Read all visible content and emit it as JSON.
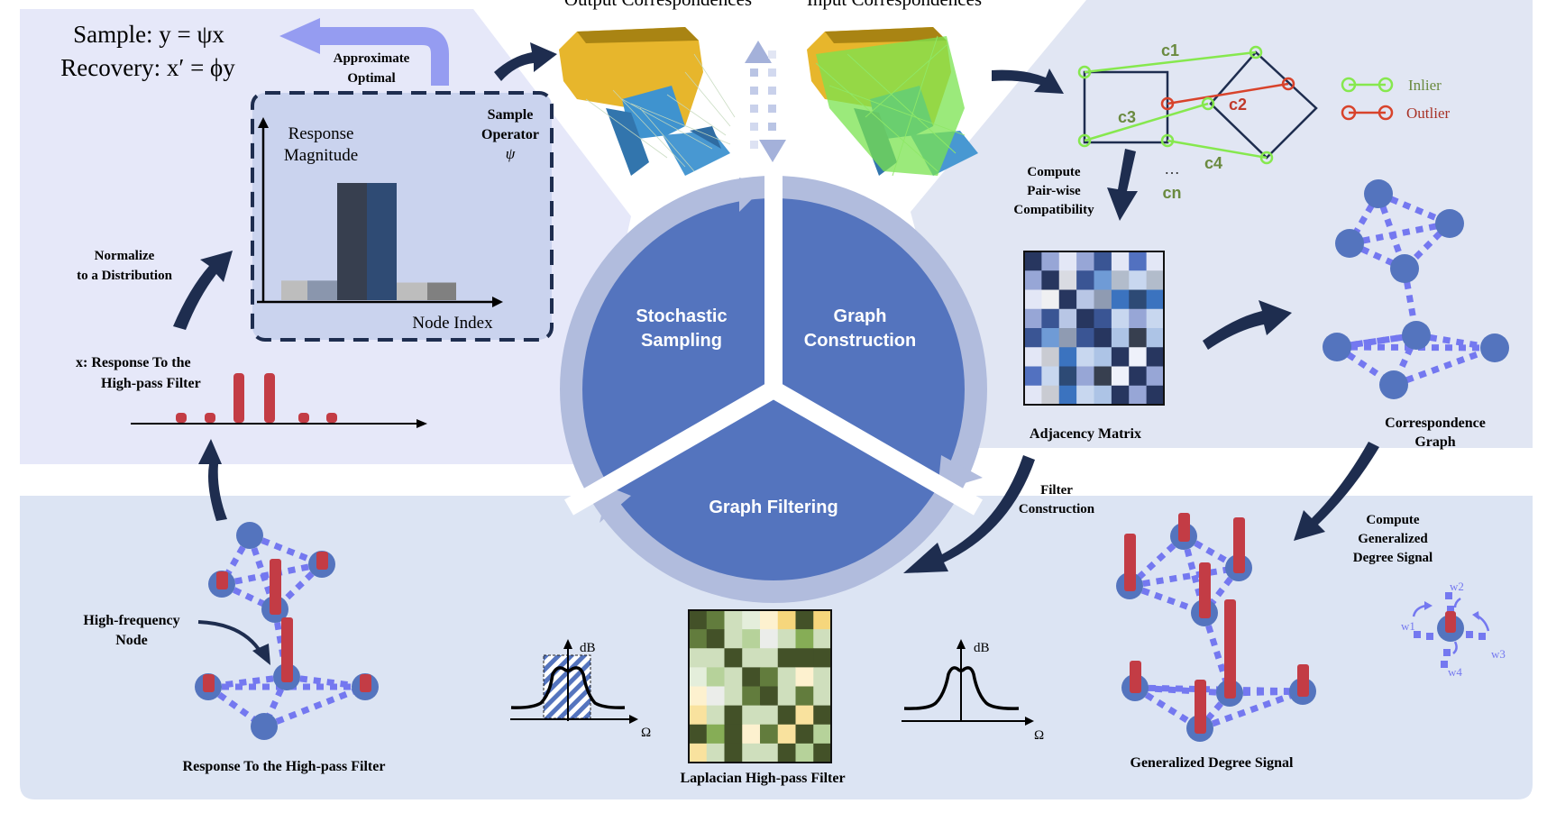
{
  "header": {
    "output_title": "Output Correspondences",
    "input_title": "Input Correspondences"
  },
  "sampling": {
    "sample_eq": "Sample: y = ψx",
    "recovery_eq": "Recovery: x′ = ϕy",
    "approx_label_1": "Approximate",
    "approx_label_2": "Optimal",
    "normalize_1": "Normalize",
    "normalize_2": "to a Distribution",
    "operator_1": "Sample",
    "operator_2": "Operator",
    "operator_3": "ψ",
    "hist_ylabel_1": "Response",
    "hist_ylabel_2": "Magnitude",
    "hist_xlabel": "Node Index",
    "hist_values": [
      1,
      1,
      6,
      6,
      0.9,
      0.9
    ],
    "hist_colors": [
      "#bdbdbd",
      "#8a96ad",
      "#373f4f",
      "#2f4b74",
      "#bdbdbd",
      "#808080"
    ],
    "x_label_1": "x: Response To the",
    "x_label_2": "High-pass Filter",
    "x_signal": [
      1,
      1,
      5,
      5,
      1,
      1
    ]
  },
  "cycle": {
    "stochastic_1": "Stochastic",
    "stochastic_2": "Sampling",
    "construction_1": "Graph",
    "construction_2": "Construction",
    "filtering": "Graph Filtering"
  },
  "correspondence": {
    "labels": [
      "c1",
      "c2",
      "c3",
      "c4",
      "…",
      "cn"
    ],
    "legend_inlier": "Inlier",
    "legend_outlier": "Outlier",
    "inlier_color": "#86e84e",
    "outlier_color": "#d8432b",
    "pairwise_1": "Compute",
    "pairwise_2": "Pair-wise",
    "pairwise_3": "Compatibility"
  },
  "adjacency": {
    "title": "Adjacency Matrix",
    "cells": [
      [
        "#27365f",
        "#97a6d6",
        "#e3e7f6",
        "#97a6d6",
        "#3a5594",
        "#e3e7f6",
        "#5271c0",
        "#e3e7f6"
      ],
      [
        "#97a6d6",
        "#27365f",
        "#d9dbe2",
        "#3a5594",
        "#6f9bd6",
        "#b2bccb",
        "#c8d7ef",
        "#b2bccb"
      ],
      [
        "#e3e7f6",
        "#eff0f2",
        "#27365f",
        "#b8c6e5",
        "#8f9bb2",
        "#3b73bf",
        "#2d4a75",
        "#3b73bf"
      ],
      [
        "#97a6d6",
        "#3a5594",
        "#b8c6e5",
        "#27365f",
        "#3a5594",
        "#c8d7ef",
        "#97a6d6",
        "#c8d7ef"
      ],
      [
        "#3a5594",
        "#6f9bd6",
        "#8f9bb2",
        "#3a5594",
        "#27365f",
        "#adc4e6",
        "#373f4f",
        "#adc4e6"
      ],
      [
        "#e3e7f6",
        "#c9cbd2",
        "#3b73bf",
        "#c8d7ef",
        "#adc4e6",
        "#27365f",
        "#eef1fa",
        "#27365f"
      ],
      [
        "#5271c0",
        "#c8d7ef",
        "#2d4a75",
        "#97a6d6",
        "#373f4f",
        "#eef1fa",
        "#27365f",
        "#97a6d6"
      ],
      [
        "#e3e7f6",
        "#c9cbd2",
        "#3b73bf",
        "#c8d7ef",
        "#adc4e6",
        "#27365f",
        "#97a6d6",
        "#27365f"
      ]
    ]
  },
  "graph": {
    "title_1": "Correspondence",
    "title_2": "Graph"
  },
  "filter": {
    "construction_1": "Filter",
    "construction_2": "Construction",
    "title": "Laplacian High-pass Filter",
    "db_label": "dB",
    "omega_label": "Ω",
    "cells": [
      [
        "#435128",
        "#627c3d",
        "#cfdfbd",
        "#e4eedb",
        "#fdf1cf",
        "#f6d67c",
        "#435128",
        "#f6d67c"
      ],
      [
        "#627c3d",
        "#435128",
        "#cfdfbd",
        "#b6d29a",
        "#ebedea",
        "#cfdfbd",
        "#86ad56",
        "#cfdfbd"
      ],
      [
        "#cfdfbd",
        "#cfdfbd",
        "#435128",
        "#cfdfbd",
        "#cfdfbd",
        "#435128",
        "#435128",
        "#435128"
      ],
      [
        "#e4eedb",
        "#b6d29a",
        "#cfdfbd",
        "#435128",
        "#627c3d",
        "#cfdfbd",
        "#fdf1cf",
        "#cfdfbd"
      ],
      [
        "#fdf1cf",
        "#ebedea",
        "#cfdfbd",
        "#627c3d",
        "#435128",
        "#cfdfbd",
        "#627c3d",
        "#cfdfbd"
      ],
      [
        "#f9e29e",
        "#cfdfbd",
        "#435128",
        "#cfdfbd",
        "#cfdfbd",
        "#435128",
        "#f9e29e",
        "#435128"
      ],
      [
        "#435128",
        "#86ad56",
        "#435128",
        "#fdf1cf",
        "#627c3d",
        "#f9e29e",
        "#435128",
        "#b6d29a"
      ],
      [
        "#f9e29e",
        "#cfdfbd",
        "#435128",
        "#cfdfbd",
        "#cfdfbd",
        "#435128",
        "#b6d29a",
        "#435128"
      ]
    ]
  },
  "degree": {
    "compute_1": "Compute",
    "compute_2": "Generalized",
    "compute_3": "Degree Signal",
    "title": "Generalized Degree Signal",
    "weights": [
      "w1",
      "w2",
      "w3",
      "w4"
    ]
  },
  "response": {
    "high_freq_1": "High-frequency",
    "high_freq_2": "Node",
    "title": "Response To the High-pass Filter"
  },
  "colors": {
    "panel_top_left": "#e6e8f9",
    "panel_top_right": "#e1e6f3",
    "panel_bottom": "#dce4f3",
    "cycle_fill": "#5474be",
    "cycle_ring": "#b1bcdd",
    "arrow_dark": "#1e2d4f",
    "arrow_light": "#959cf1"
  }
}
